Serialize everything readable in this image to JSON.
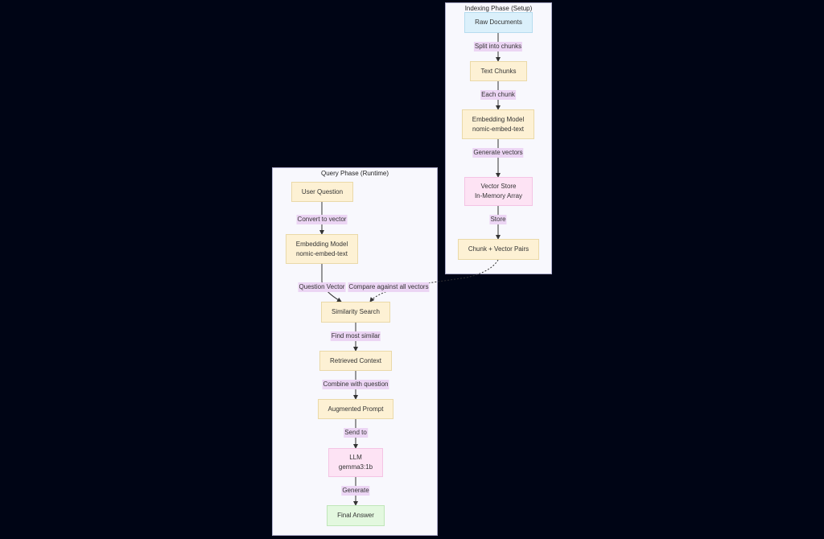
{
  "indexing": {
    "title": "Indexing Phase (Setup)",
    "raw_documents": "Raw Documents",
    "text_chunks": "Text Chunks",
    "embedding_line1": "Embedding Model",
    "embedding_line2": "nomic-embed-text",
    "vector_store_line1": "Vector Store",
    "vector_store_line2": "In-Memory Array",
    "chunk_vector_pairs": "Chunk + Vector Pairs",
    "edges": {
      "split": "Split into chunks",
      "each": "Each chunk",
      "generate": "Generate vectors",
      "store": "Store"
    }
  },
  "query": {
    "title": "Query Phase (Runtime)",
    "user_question": "User Question",
    "embedding_line1": "Embedding Model",
    "embedding_line2": "nomic-embed-text",
    "similarity_search": "Similarity Search",
    "retrieved_context": "Retrieved Context",
    "augmented_prompt": "Augmented Prompt",
    "llm_line1": "LLM",
    "llm_line2": "gemma3:1b",
    "final_answer": "Final Answer",
    "edges": {
      "convert": "Convert to vector",
      "question_vector": "Question Vector",
      "compare": "Compare against all vectors",
      "find": "Find most similar",
      "combine": "Combine with question",
      "send": "Send to",
      "generate": "Generate"
    }
  },
  "colors": {
    "background": "#000515",
    "cluster_fill": "#f8f8fd",
    "process_node": "#fdf1d4",
    "source_node": "#dbf0fb",
    "model_node": "#fde3f4",
    "result_node": "#e3f8df",
    "edge_label": "#ecd5f4"
  }
}
